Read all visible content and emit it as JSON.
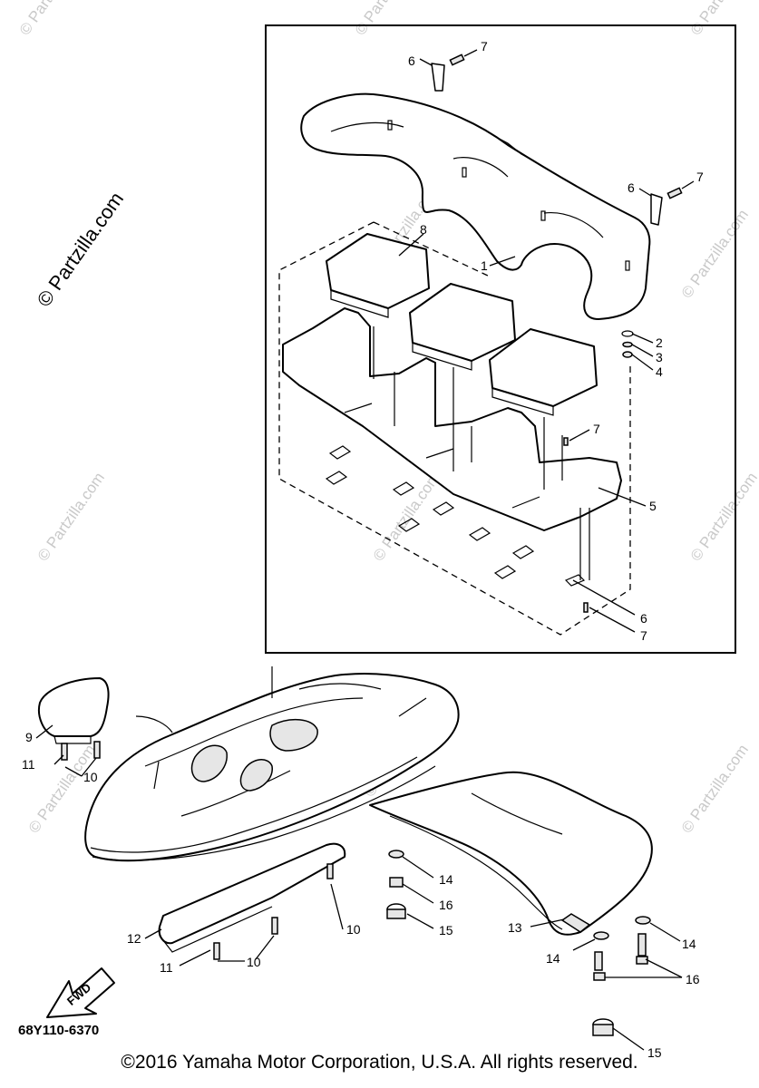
{
  "watermark": "© Partzilla.com",
  "callouts": {
    "n1": "1",
    "n2": "2",
    "n3": "3",
    "n4": "4",
    "n5": "5",
    "n6": "6",
    "n7": "7",
    "n8": "8",
    "n9": "9",
    "n10": "10",
    "n11": "11",
    "n12": "12",
    "n13": "13",
    "n14": "14",
    "n15": "15",
    "n16": "16"
  },
  "fwd_label": "FWD",
  "ref_code": "68Y110-6370",
  "copyright": "©2016 Yamaha Motor Corporation, U.S.A. All rights reserved."
}
